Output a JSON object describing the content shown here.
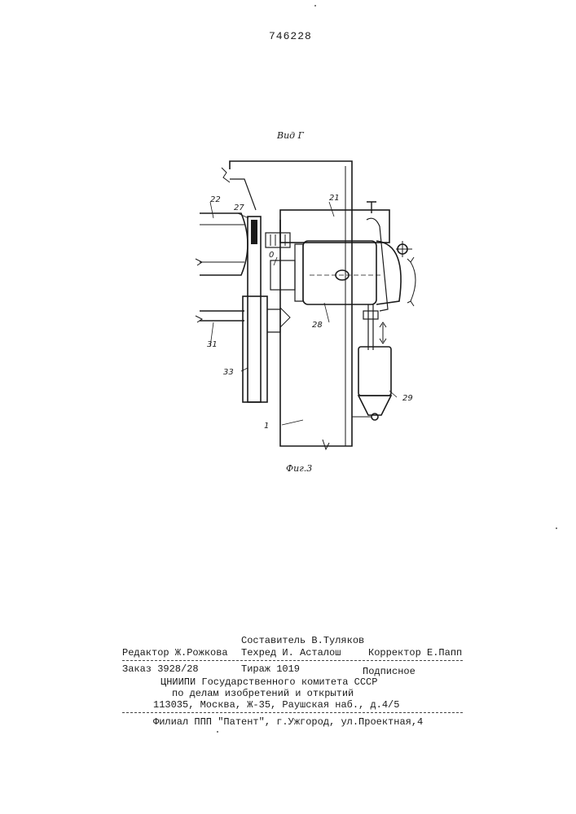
{
  "header": {
    "page_number": "746228"
  },
  "figure": {
    "view_label": "Вид Г",
    "caption": "Фиг.3",
    "labels": {
      "l22": "22",
      "l27": "27",
      "l21": "21",
      "l0": "0",
      "l31": "31",
      "l28": "28",
      "l33": "33",
      "l29": "29",
      "l1": "1"
    }
  },
  "imprint": {
    "composer": "Составитель В.Туляков",
    "editor": "Редактор Ж.Рожкова",
    "techred": "Техред И. Асталош",
    "corrector": "Корректор Е.Папп",
    "order": "Заказ 3928/28",
    "print_run": "Тираж 1019",
    "subscription": "Подписное",
    "institute": "ЦНИИПИ Государственного комитета СССР",
    "institute_dept": "по делам изобретений и открытий",
    "address": "113035, Москва, Ж-35, Раушская наб., д.4/5",
    "branch": "Филиал ППП \"Патент\", г.Ужгород, ул.Проектная,4"
  }
}
